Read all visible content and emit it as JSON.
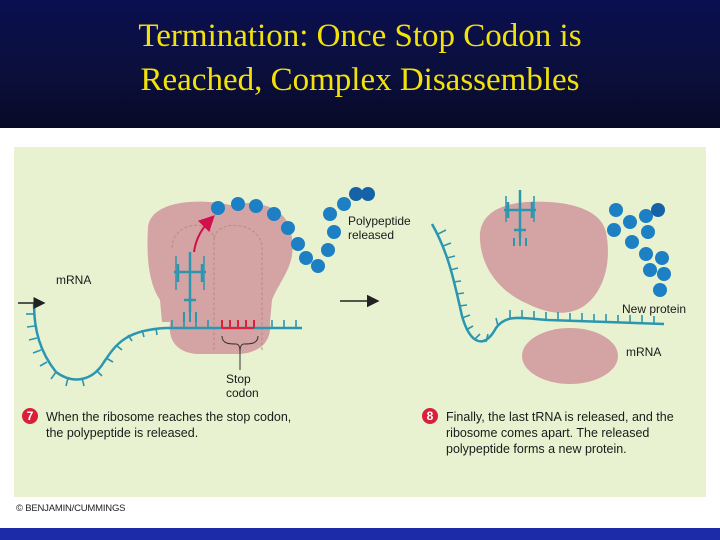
{
  "title": {
    "line1": "Termination: Once Stop Codon is",
    "line2": "Reached, Complex Disassembles"
  },
  "labels": {
    "mrna_left": "mRNA",
    "polypeptide_line1": "Polypeptide",
    "polypeptide_line2": "released",
    "stop_line1": "Stop",
    "stop_line2": "codon",
    "new_protein": "New protein",
    "mrna_right": "mRNA"
  },
  "steps": [
    {
      "number": "7",
      "line1": "When the ribosome reaches the stop codon,",
      "line2": "the polypeptide is released."
    },
    {
      "number": "8",
      "line1": "Finally, the last tRNA is released, and the",
      "line2": "ribosome comes apart. The released",
      "line3": "polypeptide forms a new protein."
    }
  ],
  "copyright": "© BENJAMIN/CUMMINGS",
  "colors": {
    "header_bg": "#0b0f3a",
    "title_text": "#f2e20a",
    "panel_bg": "#e8f2d0",
    "ribosome": "#d4a3a3",
    "strand": "#2a96b0",
    "amino_acid": "#1d7fc4",
    "stop_marker": "#e0203a",
    "step_badge": "#d8203a",
    "footer_bar": "#1c2ba8"
  }
}
